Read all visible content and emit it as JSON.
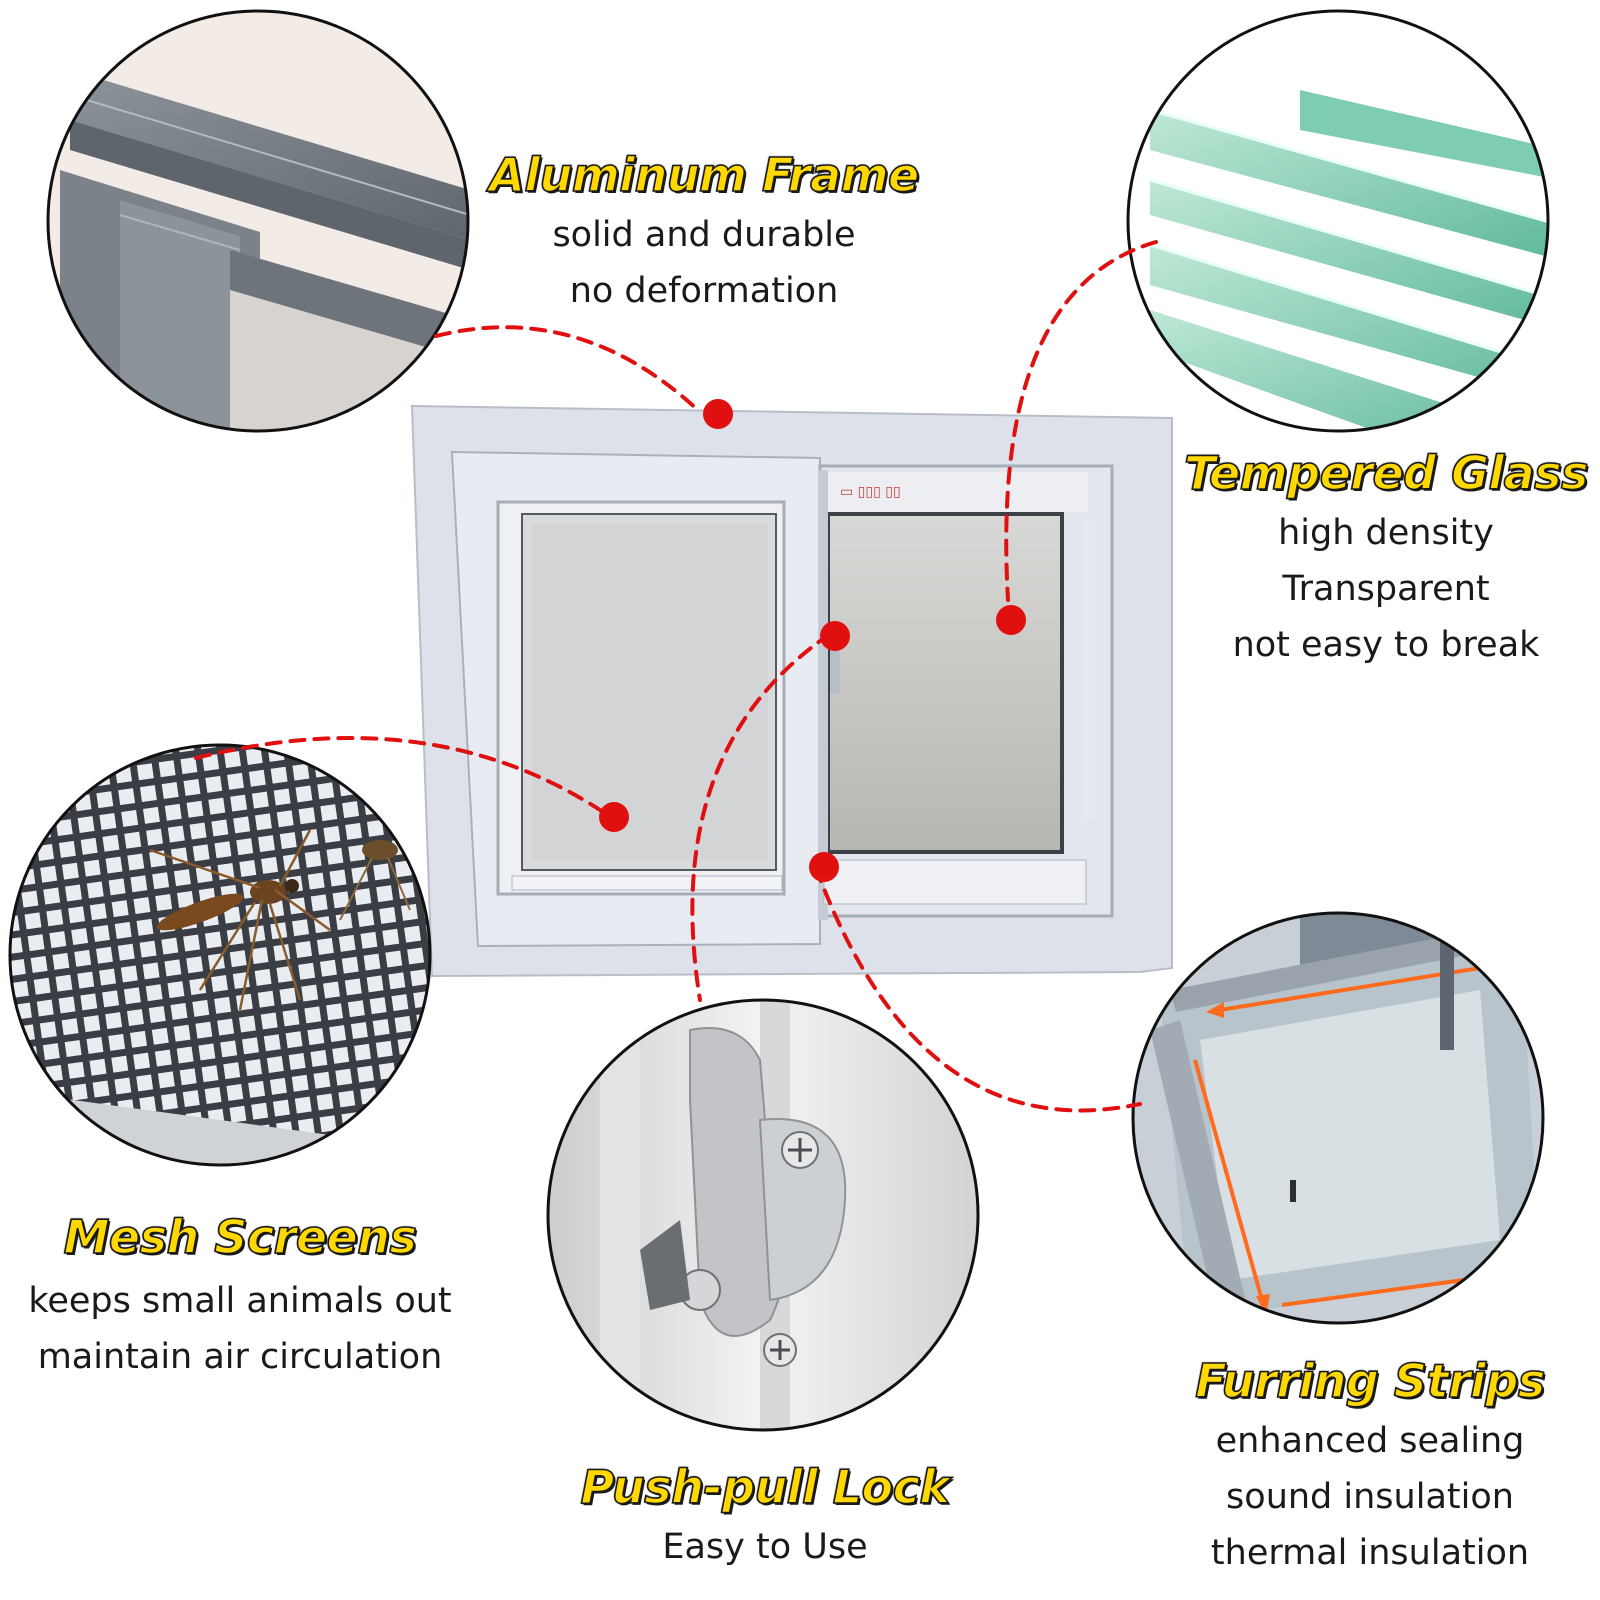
{
  "features": {
    "aluminum_frame": {
      "title": "Aluminum Frame",
      "lines": [
        "solid and durable",
        "no deformation"
      ]
    },
    "tempered_glass": {
      "title": "Tempered Glass",
      "lines": [
        "high density",
        "Transparent",
        "not easy to break"
      ]
    },
    "mesh_screens": {
      "title": "Mesh Screens",
      "lines": [
        "keeps small animals out",
        "maintain air circulation"
      ]
    },
    "push_pull_lock": {
      "title": "Push-pull Lock",
      "lines": [
        "Easy to Use"
      ]
    },
    "furring_strips": {
      "title": "Furring Strips",
      "lines": [
        "enhanced sealing",
        "sound insulation",
        "thermal insulation"
      ]
    }
  },
  "colors": {
    "title_fill": "#ffd800",
    "title_outline": "#1a1a1a",
    "body_text": "#1a1a1a",
    "callout_red": "#e01010",
    "frame": "#d8dde6"
  }
}
